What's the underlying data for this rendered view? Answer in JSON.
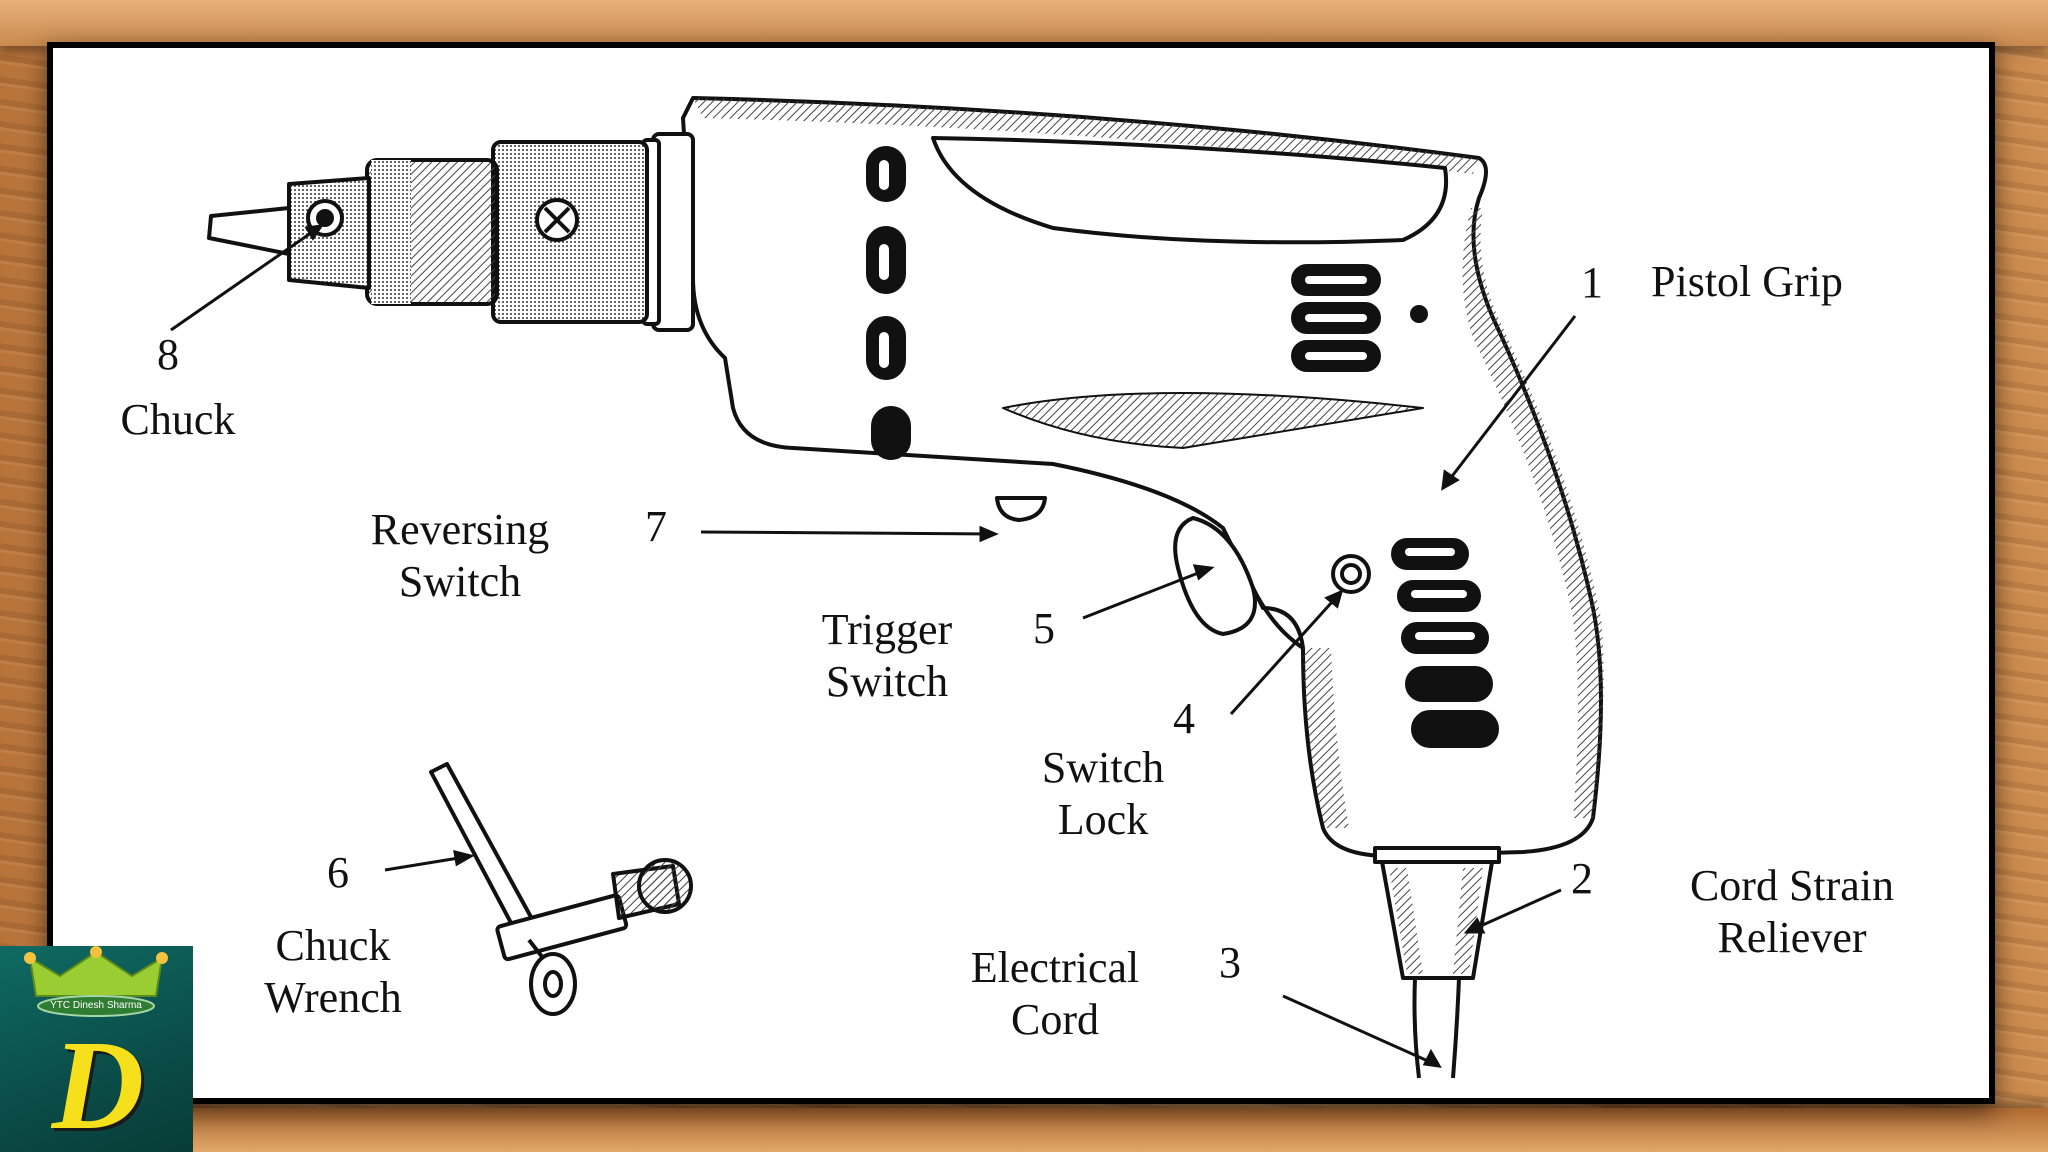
{
  "labels": {
    "l1": {
      "num": "1",
      "text": "Pistol Grip"
    },
    "l2": {
      "num": "2",
      "line1": "Cord Strain",
      "line2": "Reliever"
    },
    "l3": {
      "num": "3",
      "line1": "Electrical",
      "line2": "Cord"
    },
    "l4": {
      "num": "4",
      "line1": "Switch",
      "line2": "Lock"
    },
    "l5": {
      "num": "5",
      "line1": "Trigger",
      "line2": "Switch"
    },
    "l6": {
      "num": "6",
      "line1": "Chuck",
      "line2": "Wrench"
    },
    "l7": {
      "num": "7",
      "line1": "Reversing",
      "line2": "Switch"
    },
    "l8": {
      "num": "8",
      "text": "Chuck"
    }
  },
  "logo": {
    "badge_text": "YTC Dinesh Sharma",
    "letter": "D"
  },
  "colors": {
    "ink": "#111111",
    "paper": "#ffffff",
    "frame": "#000000",
    "logo_bg": "#0b4f4a",
    "logo_letter": "#f6e01c",
    "crown": "#9acd32"
  }
}
